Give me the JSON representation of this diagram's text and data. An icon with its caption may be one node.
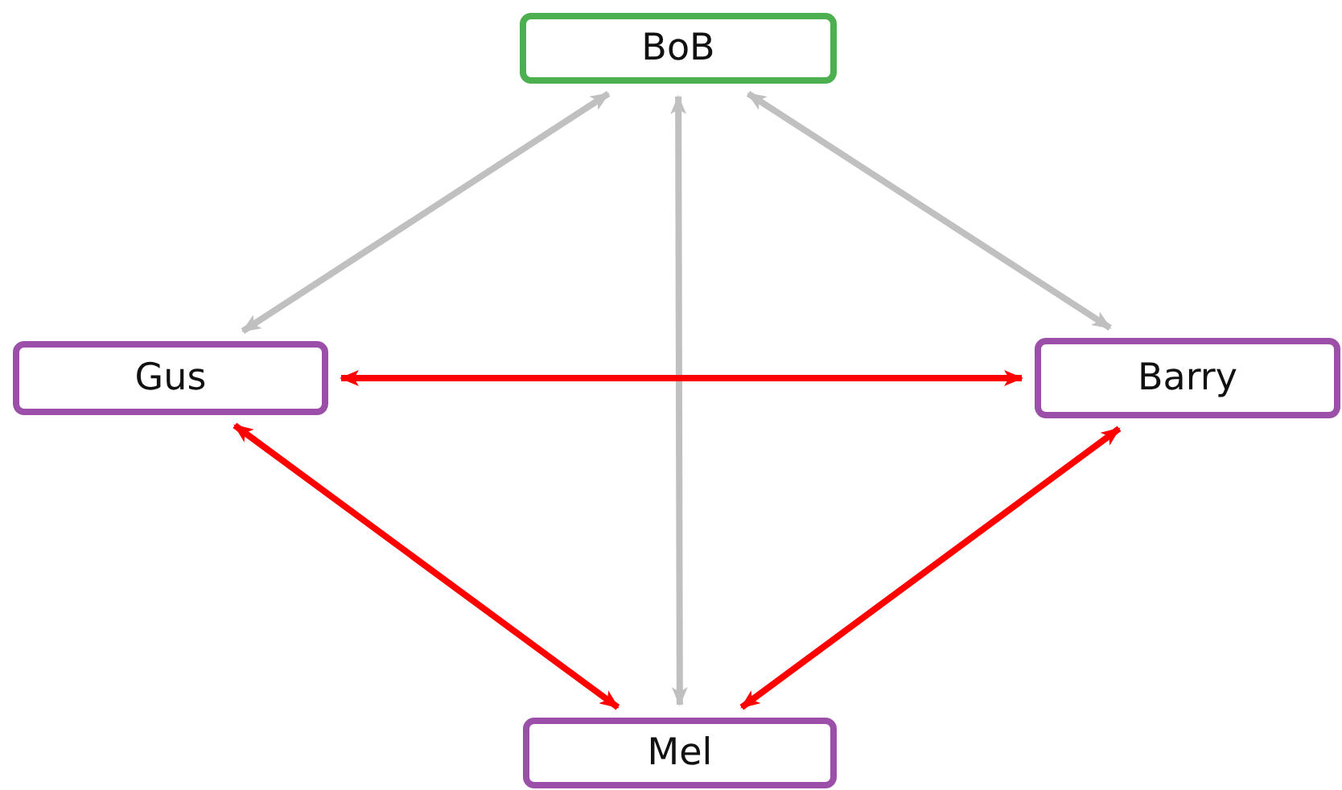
{
  "diagram": {
    "nodes": [
      {
        "text": [
          "BoB"
        ]
      },
      {
        "text": [
          "Gus"
        ]
      },
      {
        "text": [
          "Barry"
        ]
      },
      {
        "text": [
          "Mel"
        ]
      }
    ],
    "edges": [
      {
        "from": 1,
        "to": 0,
        "arrow": "both"
      },
      {
        "from": 3,
        "to": 0,
        "arrow": "both"
      },
      {
        "from": 2,
        "to": 0,
        "arrow": "both"
      },
      {
        "from": 1,
        "to": 2,
        "arrow": "both",
        "color": "#ff0000"
      },
      {
        "from": 1,
        "to": 3,
        "arrow": "both",
        "color": "#ff0000"
      },
      {
        "from": 2,
        "to": 3,
        "arrow": "both",
        "color": "#ff0000"
      }
    ]
  }
}
